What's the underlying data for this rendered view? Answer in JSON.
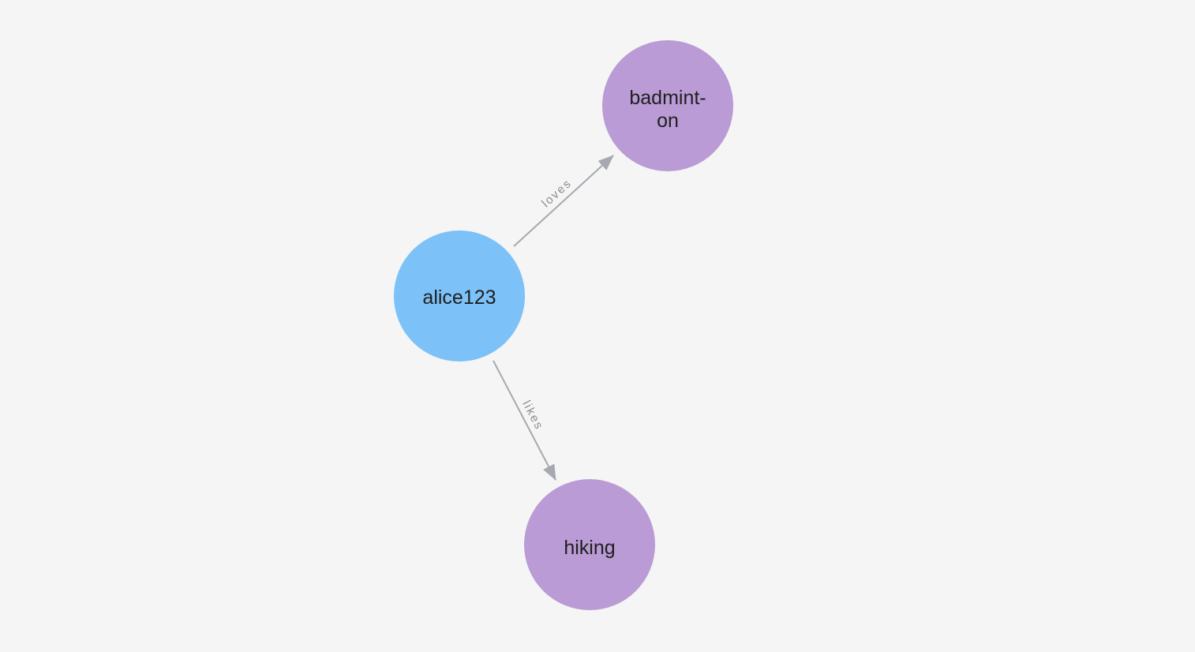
{
  "app": {
    "name": "graph-visualization"
  },
  "colors": {
    "background": "#f4f5f4",
    "person_node": "#7cc1f7",
    "hobby_node": "#ba9bd5",
    "node_text": "#1f1f1f",
    "edge": "#a6a9b1",
    "edge_label": "#8d8d8d"
  },
  "graph": {
    "nodes": [
      {
        "id": "alice123",
        "label": "alice123",
        "label_lines": [
          "alice123"
        ],
        "fill": "#7cc1f7",
        "role": "person"
      },
      {
        "id": "badminton",
        "label": "badminton",
        "label_lines": [
          "badmint-",
          "on"
        ],
        "fill": "#ba9bd5",
        "role": "hobby"
      },
      {
        "id": "hiking",
        "label": "hiking",
        "label_lines": [
          "hiking"
        ],
        "fill": "#ba9bd5",
        "role": "hobby"
      }
    ],
    "edges": [
      {
        "from": "alice123",
        "to": "badminton",
        "label": "loves"
      },
      {
        "from": "alice123",
        "to": "hiking",
        "label": "likes"
      }
    ]
  }
}
